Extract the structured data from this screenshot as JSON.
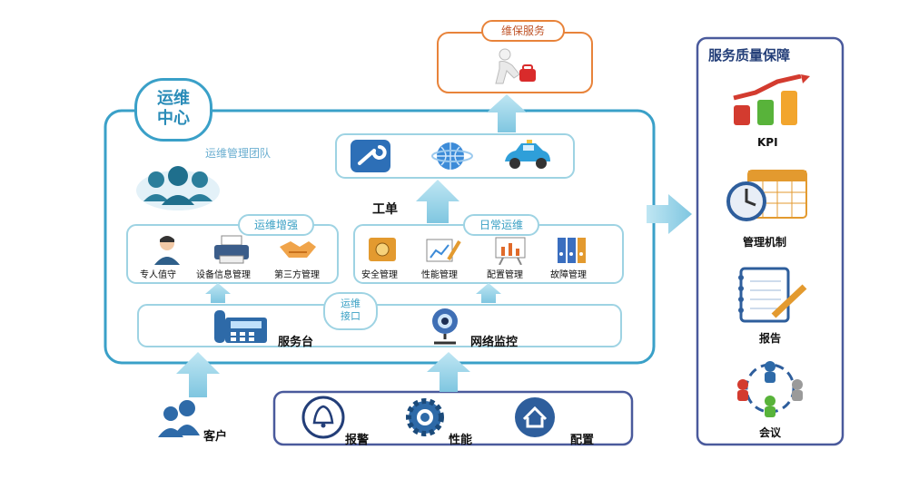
{
  "top_service": {
    "title": "维保服务"
  },
  "ops_center": {
    "title_line1": "运维",
    "title_line2": "中心",
    "team_label": "运维管理团队",
    "work_order_label": "工单",
    "enhance": {
      "title": "运维增强",
      "items": [
        "专人值守",
        "设备信息管理",
        "第三方管理"
      ]
    },
    "daily": {
      "title": "日常运维",
      "items": [
        "安全管理",
        "性能管理",
        "配置管理",
        "故障管理"
      ]
    },
    "interface": {
      "title_line1": "运维",
      "title_line2": "接口",
      "items": [
        "服务台",
        "网络监控"
      ]
    }
  },
  "customer_label": "客户",
  "bottom_items": [
    "报警",
    "性能",
    "配置"
  ],
  "quality": {
    "title": "服务质量保障",
    "items": [
      "KPI",
      "管理机制",
      "报告",
      "会议"
    ]
  },
  "colors": {
    "frame": "#3aa0c8",
    "light": "#9ed3e3",
    "orange": "#e8833a",
    "navy": "#4a5a9c",
    "arrow": "#7fc6e0"
  }
}
